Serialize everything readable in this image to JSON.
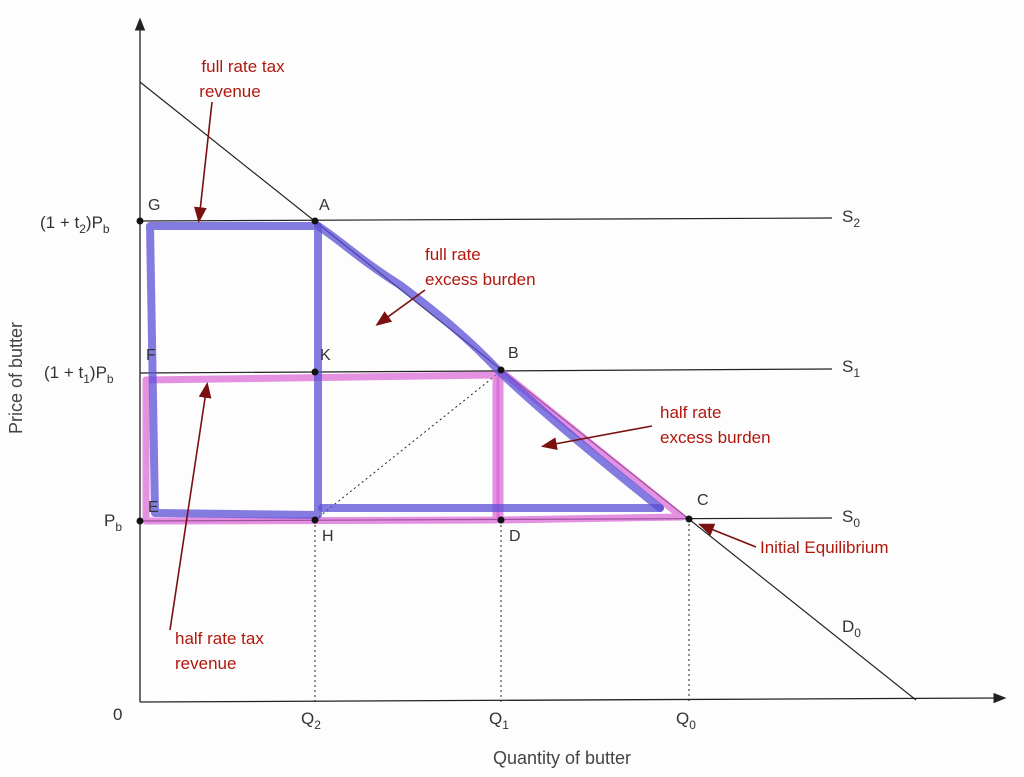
{
  "axes": {
    "x_title": "Quantity of butter",
    "y_title": "Price of butter",
    "origin": "0"
  },
  "price_labels": {
    "p2_pre": "(1 + t",
    "p2_sub": "2",
    "p2_post": ")P",
    "p2_sub_b": "b",
    "p1_pre": "(1 + t",
    "p1_sub": "1",
    "p1_post": ")P",
    "p1_sub_b": "b",
    "p0": "P",
    "p0_sub": "b"
  },
  "quantity_labels": {
    "q2": "Q",
    "q2_sub": "2",
    "q1": "Q",
    "q1_sub": "1",
    "q0": "Q",
    "q0_sub": "0"
  },
  "curves": {
    "s2": "S",
    "s2_sub": "2",
    "s1": "S",
    "s1_sub": "1",
    "s0": "S",
    "s0_sub": "0",
    "d0": "D",
    "d0_sub": "0"
  },
  "points": {
    "a": "A",
    "b": "B",
    "c": "C",
    "d": "D",
    "e": "E",
    "f": "F",
    "g": "G",
    "h": "H",
    "k": "K"
  },
  "annotations": {
    "full_tax_1": "full rate tax",
    "full_tax_2": "revenue",
    "full_burden_1": "full rate",
    "full_burden_2": "excess burden",
    "half_burden_1": "half rate",
    "half_burden_2": "excess burden",
    "initial_eq": "Initial Equilibrium",
    "half_tax_1": "half rate tax",
    "half_tax_2": "revenue"
  },
  "colors": {
    "curve": "#222222",
    "full_rate_highlight": "#5b4fd6",
    "half_rate_highlight": "#d863d6",
    "annotation": "#b0180e",
    "arrow": "#7a1010"
  }
}
